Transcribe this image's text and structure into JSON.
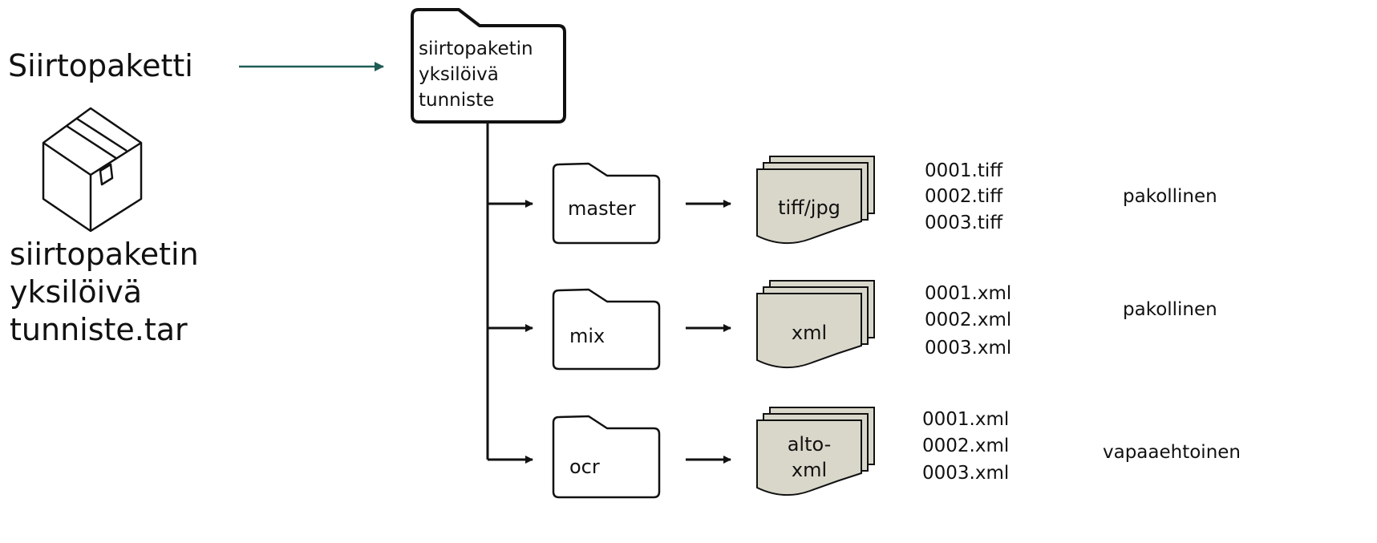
{
  "package": {
    "title": "Siirtopaketti",
    "filename_lines": [
      "siirtopaketin",
      "yksilöivä",
      "tunniste.tar"
    ]
  },
  "root_folder": {
    "lines": [
      "siirtopaketin",
      "yksilöivä",
      "tunniste"
    ]
  },
  "rows": [
    {
      "folder": "master",
      "filetype_lines": [
        "tiff/jpg"
      ],
      "files": [
        "0001.tiff",
        "0002.tiff",
        "0003.tiff"
      ],
      "status": "pakollinen"
    },
    {
      "folder": "mix",
      "filetype_lines": [
        "xml"
      ],
      "files": [
        "0001.xml",
        "0002.xml",
        "0003.xml"
      ],
      "status": "pakollinen"
    },
    {
      "folder": "ocr",
      "filetype_lines": [
        "alto-",
        "xml"
      ],
      "files": [
        "0001.xml",
        "0002.xml",
        "0003.xml"
      ],
      "status": "vapaaehtoinen"
    }
  ],
  "colors": {
    "arrow_accent": "#1e5c55",
    "document_fill": "#d9d7ca",
    "stroke": "#111111"
  },
  "icons": {
    "package": "package-box-icon",
    "folder": "folder-icon",
    "documents": "document-stack-icon"
  }
}
